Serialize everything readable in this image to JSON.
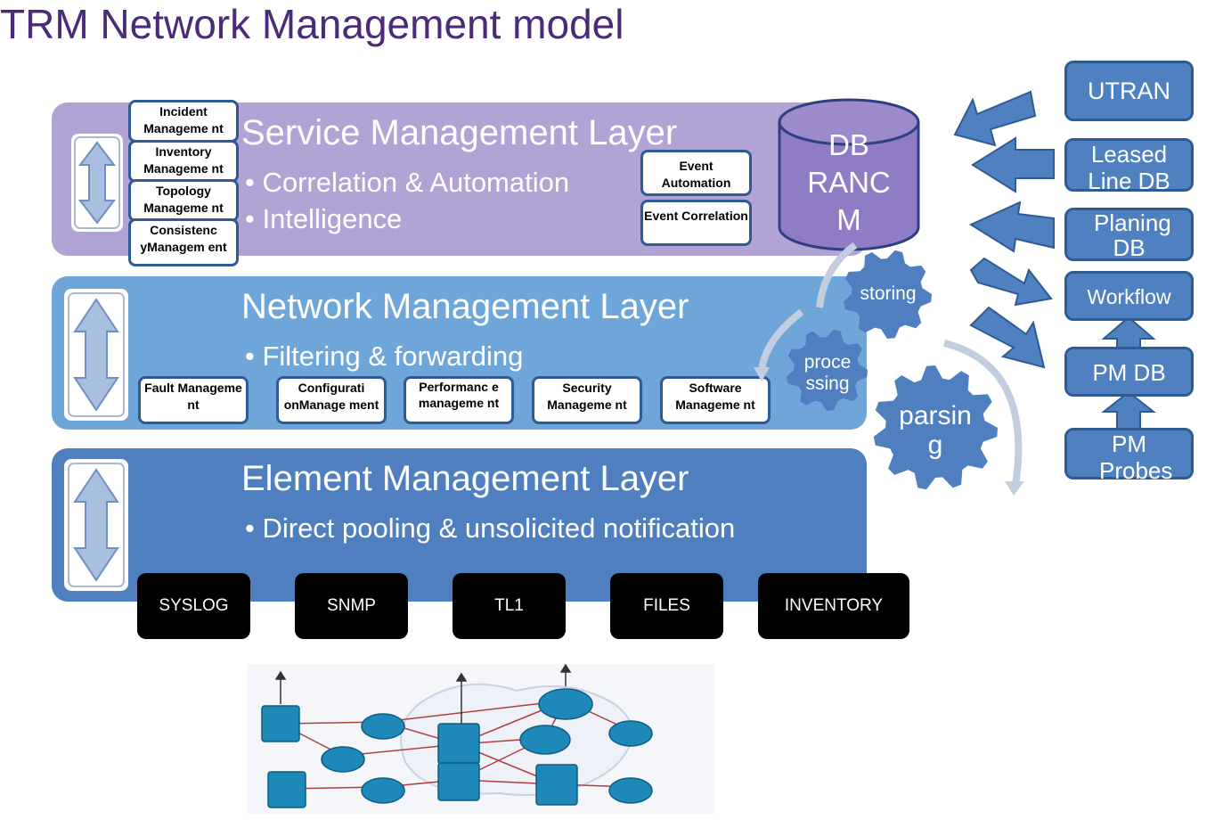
{
  "title": "TRM Network Management model",
  "layers": {
    "service": {
      "title": "Service Management Layer",
      "bullets": [
        "• Correlation & Automation",
        "• Intelligence"
      ],
      "side_boxes": [
        "Incident Manageme nt",
        "Inventory Manageme nt",
        "Topology Manageme nt",
        "Consistenc yManagem ent"
      ],
      "event_boxes": [
        "Event Automation",
        "Event Correlation"
      ]
    },
    "network": {
      "title": "Network Management Layer",
      "bullets": [
        "• Filtering & forwarding"
      ],
      "boxes": [
        "Fault Manageme nt",
        "Configurati onManage ment",
        "Performanc e manageme nt",
        "Security Manageme nt",
        "Software Manageme nt"
      ]
    },
    "element": {
      "title": "Element Management Layer",
      "bullets": [
        "• Direct pooling & unsolicited notification"
      ],
      "protocols": [
        "SYSLOG",
        "SNMP",
        "TL1",
        "FILES",
        "INVENTORY"
      ]
    }
  },
  "database": {
    "lines": [
      "DB",
      "RANC",
      "M"
    ]
  },
  "gears": [
    "storing",
    "proce ssing",
    "parsin g"
  ],
  "sources": [
    "UTRAN",
    "Leased Line DB",
    "Planing DB",
    "Workflow",
    "PM DB",
    "PM Probes"
  ],
  "colors": {
    "title": "#4b2a7a",
    "service": "#b1a3d3",
    "network": "#6fa6d9",
    "element": "#4f7fbf",
    "gear": "#4f7fbf",
    "source_box": "#4f81c0"
  },
  "icons": [
    "double-arrow-icon",
    "database-icon",
    "gear-icon",
    "router-icon",
    "switch-icon",
    "cloud-icon"
  ]
}
